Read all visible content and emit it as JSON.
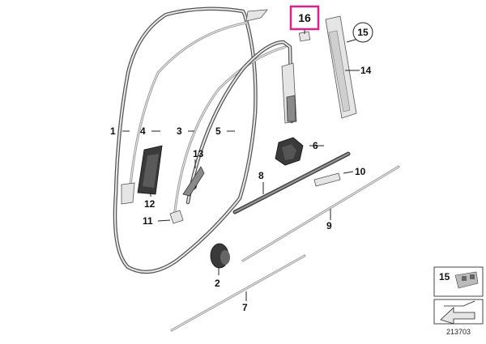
{
  "callouts": {
    "c1": "1",
    "c2": "2",
    "c3": "3",
    "c4": "4",
    "c5": "5",
    "c6": "6",
    "c7": "7",
    "c8": "8",
    "c9": "9",
    "c10": "10",
    "c11": "11",
    "c12": "12",
    "c13": "13",
    "c14": "14",
    "c15": "15",
    "c16": "16"
  },
  "highlight": {
    "label": "16",
    "color": "#e0208a"
  },
  "inset": {
    "label": "15"
  },
  "diagram_number": "213703",
  "colors": {
    "outline": "#333333",
    "part_gray": "#8a8a8a",
    "part_light": "#e5e5e5"
  }
}
